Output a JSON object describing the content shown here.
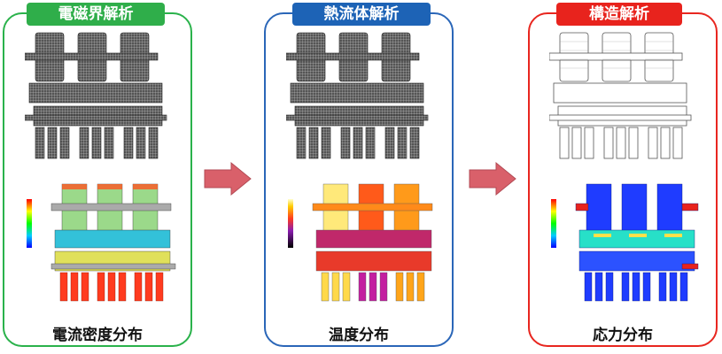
{
  "panels": [
    {
      "title": "電磁界解析",
      "caption": "電流密度分布",
      "color": "#2fae4a"
    },
    {
      "title": "熱流体解析",
      "caption": "温度分布",
      "color": "#1d63b6"
    },
    {
      "title": "構造解析",
      "caption": "応力分布",
      "color": "#e8231d"
    }
  ],
  "arrows": {
    "color": "#d9606a"
  }
}
